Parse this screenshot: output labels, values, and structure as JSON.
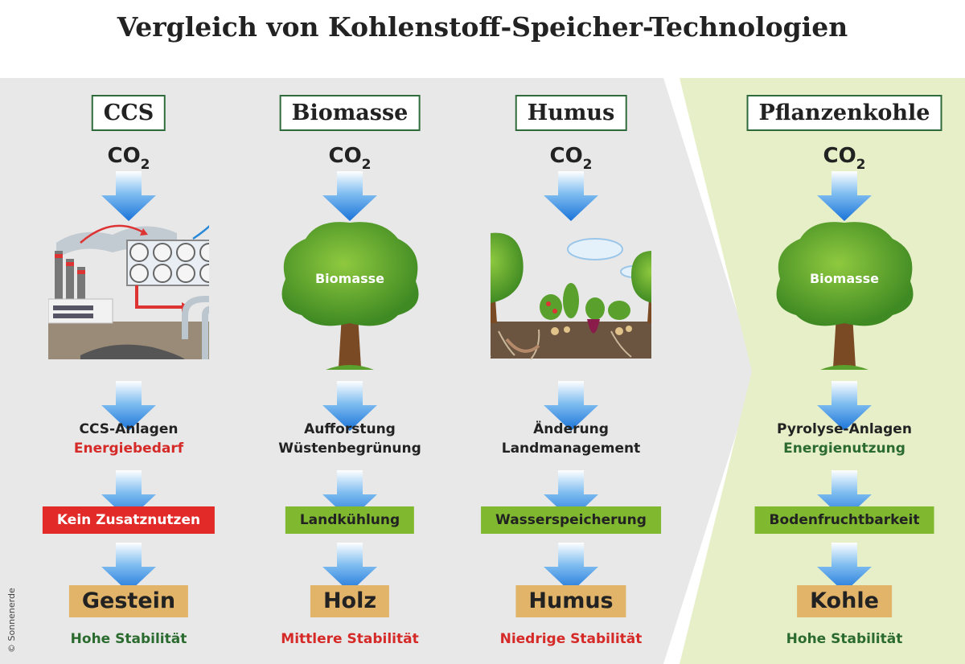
{
  "title": "Vergleich von Kohlenstoff-Speicher-Technologien",
  "co2": "CO",
  "co2_sub": "2",
  "credit": "© Sonnenerde",
  "columns": [
    {
      "name": "CCS",
      "desc1": "CCS-Anlagen",
      "desc2": "Energiebedarf",
      "benefit": "Kein Zusatznutzen",
      "storage": "Gestein",
      "stability": "Hohe Stabilität"
    },
    {
      "name": "Biomasse",
      "tree_label": "Biomasse",
      "desc1": "Aufforstung",
      "desc2": "Wüstenbegrünung",
      "benefit": "Landkühlung",
      "storage": "Holz",
      "stability": "Mittlere Stabilität"
    },
    {
      "name": "Humus",
      "desc1": "Änderung",
      "desc2": "Landmanagement",
      "benefit": "Wasserspeicherung",
      "storage": "Humus",
      "stability": "Niedrige Stabilität"
    },
    {
      "name": "Pflanzenkohle",
      "tree_label": "Biomasse",
      "desc1": "Pyrolyse-Anlagen",
      "desc2": "Energienutzung",
      "benefit": "Bodenfruchtbarkeit",
      "storage": "Kohle",
      "stability": "Hohe Stabilität"
    }
  ],
  "colors": {
    "panel_grey": "#e8e8e8",
    "panel_green": "#e7efc9",
    "red": "#d52a27",
    "green": "#2b6b2f",
    "pill_green": "#80b92f",
    "storage": "#e2b46a"
  }
}
